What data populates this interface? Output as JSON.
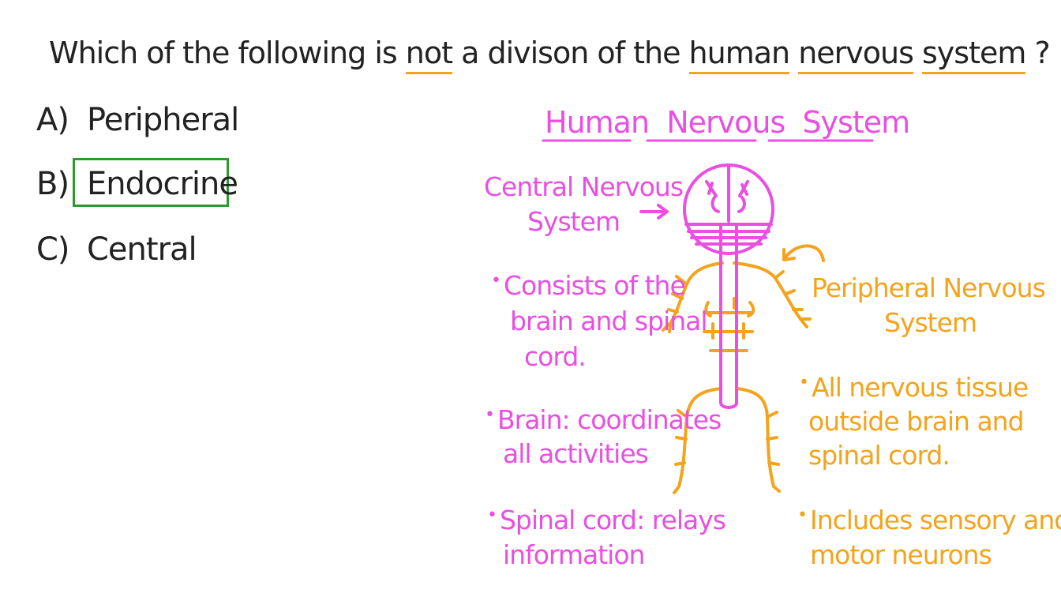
{
  "question": {
    "prefix": "Which of the following is ",
    "em": "not",
    "middle": " a divison of the ",
    "w1": "human",
    "w2": "nervous",
    "w3": "system",
    "suffix": " ?"
  },
  "options": [
    {
      "letter": "A)",
      "text": "Peripheral"
    },
    {
      "letter": "B)",
      "text": "Endocrine"
    },
    {
      "letter": "C)",
      "text": "Central"
    }
  ],
  "diagram": {
    "title_w1": "Human",
    "title_w2": "Nervous",
    "title_w3": "System",
    "cns_label_line1": "Central Nervous",
    "cns_label_line2": "System",
    "pns_label_line1": "Peripheral Nervous",
    "pns_label_line2": "System",
    "cns_notes": [
      [
        "Consists of the",
        "brain and spinal",
        "cord."
      ],
      [
        "Brain: coordinates",
        "all activities"
      ],
      [
        "Spinal cord: relays",
        "information"
      ]
    ],
    "pns_notes": [
      [
        "All nervous tissue",
        "outside brain and",
        "spinal cord."
      ],
      [
        "Includes sensory and",
        "motor neurons"
      ]
    ]
  },
  "colors": {
    "pink": "#e94fe1",
    "orange": "#f4a31c",
    "green_box": "#2e9a2e",
    "text": "#222222"
  }
}
